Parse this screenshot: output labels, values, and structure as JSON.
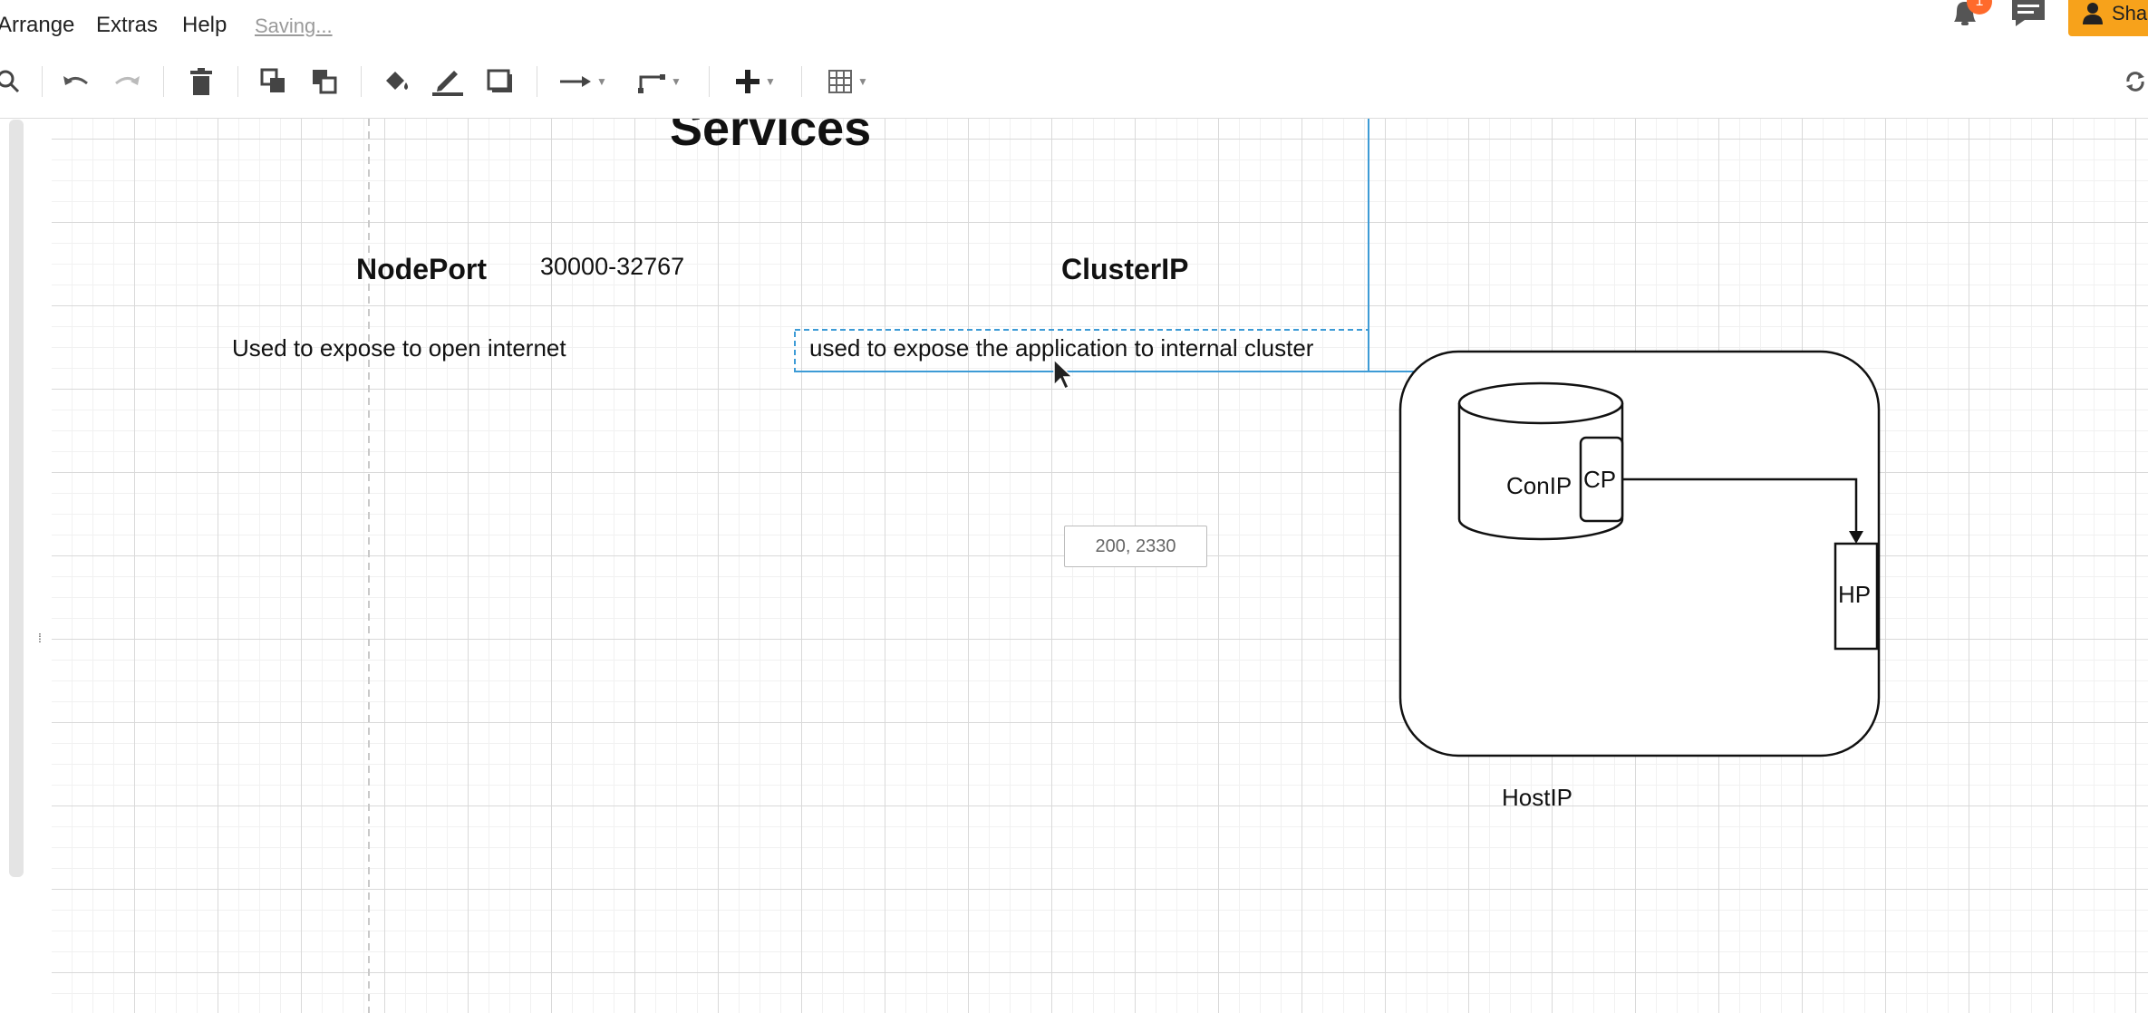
{
  "menu": {
    "arrange": "Arrange",
    "extras": "Extras",
    "help": "Help",
    "saving": "Saving..."
  },
  "toolbar": {
    "icons": [
      "zoom-icon",
      "undo-icon",
      "redo-icon",
      "delete-icon",
      "to-front-icon",
      "to-back-icon",
      "fill-color-icon",
      "line-color-icon",
      "shadow-icon",
      "connection-icon",
      "waypoints-icon",
      "insert-icon",
      "table-icon",
      "sync-icon"
    ]
  },
  "header": {
    "notification_count": "1",
    "share_label": "Sha"
  },
  "diagram": {
    "title": "Services",
    "nodeport": {
      "label": "NodePort",
      "range": "30000-32767",
      "description": "Used to expose to open internet"
    },
    "clusterip": {
      "label": "ClusterIP",
      "description": "used to expose the application to internal cluster"
    },
    "coordinate_tooltip": "200, 2330",
    "host_container": {
      "label": "HostIP",
      "cylinder_label": "ConIP",
      "container_port": "CP",
      "host_port": "HP"
    }
  },
  "colors": {
    "accent_blue": "#3d9bd6",
    "share_orange": "#f7a21b",
    "badge_orange": "#ff6a2b"
  }
}
